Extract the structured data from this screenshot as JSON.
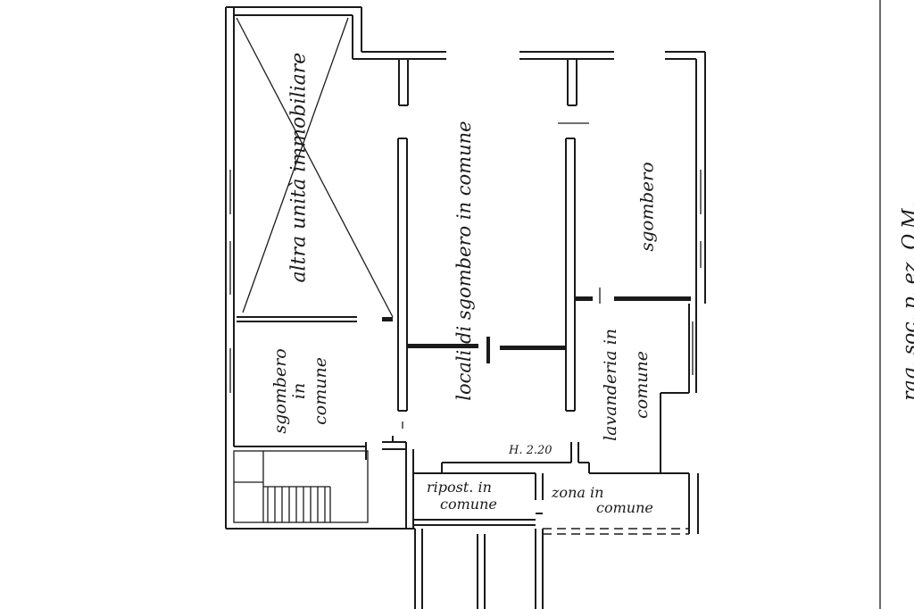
{
  "labels": {
    "altra_unita": "altra unità immobiliare",
    "sgombero_comune_center": "locali di sgombero in comune",
    "sgombero_right": "sgombero",
    "sgombero_left_1": "sgombero",
    "sgombero_left_2": "in",
    "sgombero_left_3": "comune",
    "lavanderia_1": "lavanderia in",
    "lavanderia_2": "comune",
    "ripost_1": "ripost. in",
    "ripost_2": "comune",
    "zona_1": "zona in",
    "zona_2": "comune",
    "height": "H. 2.20",
    "margin_note": "rag. soc. p. ez. O.M."
  }
}
